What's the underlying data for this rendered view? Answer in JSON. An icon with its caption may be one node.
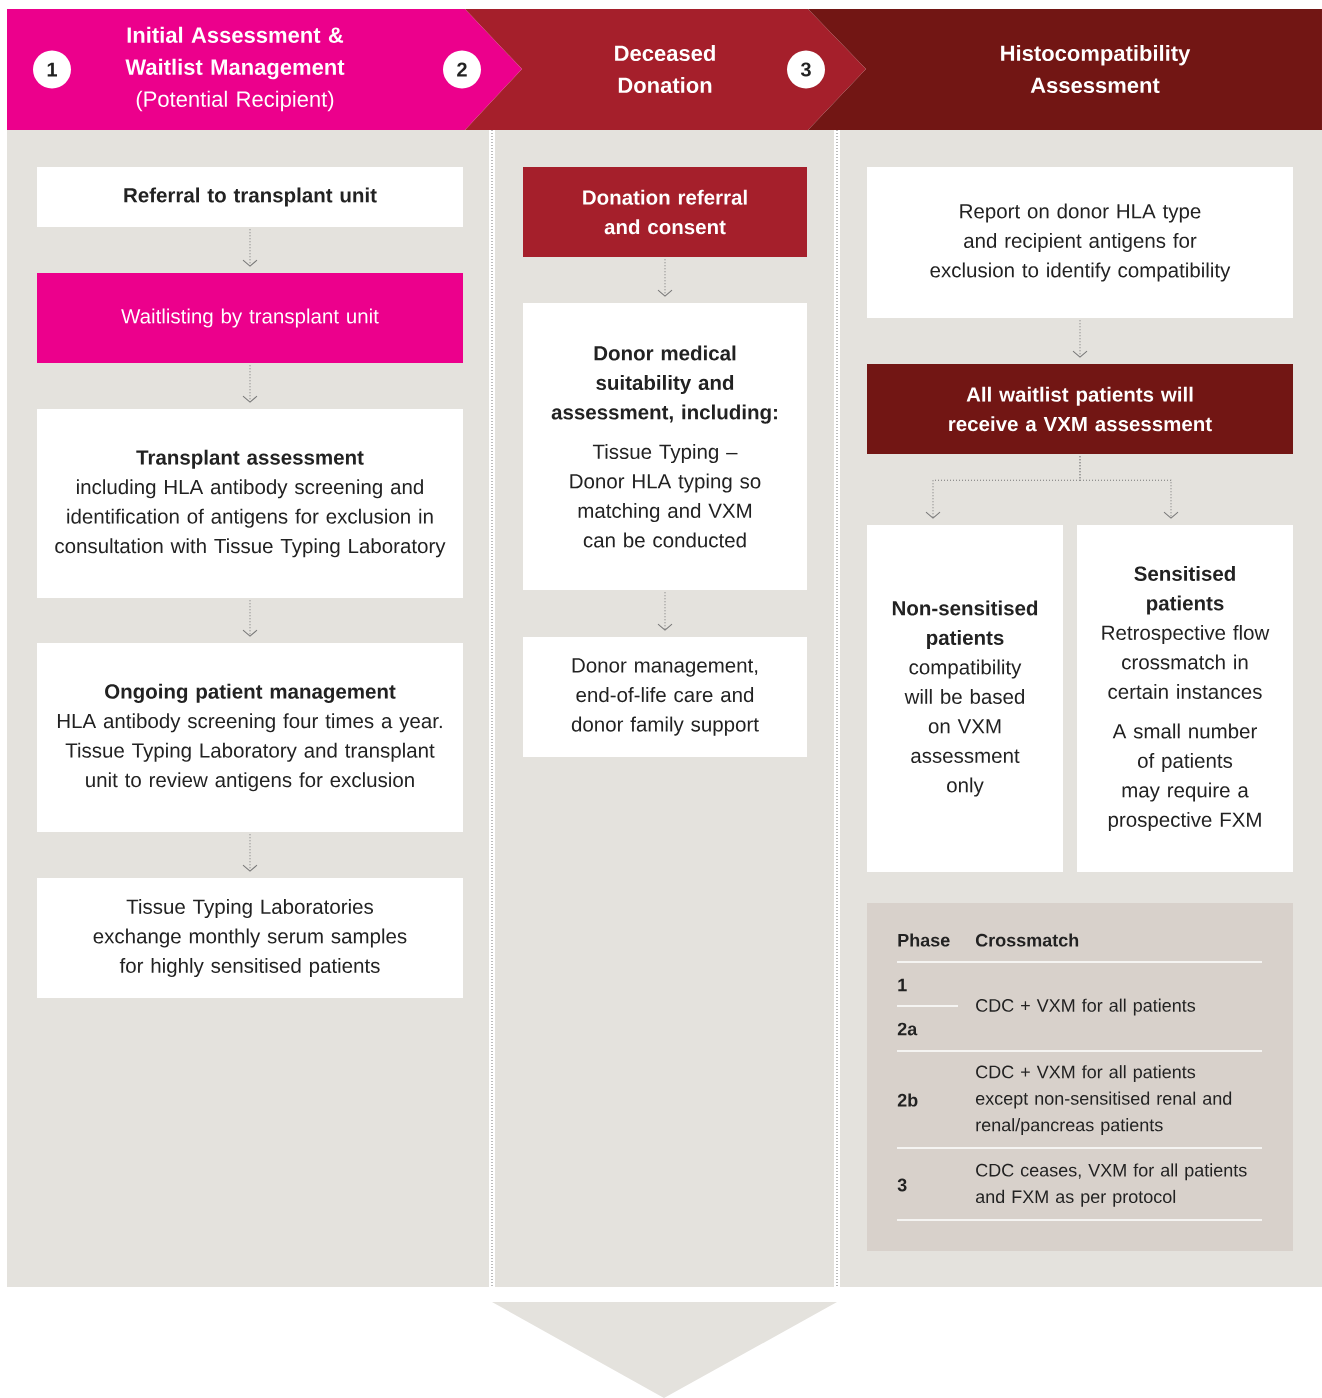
{
  "diagram": {
    "nodes": [
      {
        "text": [
          "Initial Assessment & Waitlist Management",
          "(Potential Recipient)"
        ]
      },
      {
        "text": [
          "1"
        ],
        "in": 0
      },
      {
        "text": [
          "2"
        ],
        "in": 0
      },
      {
        "text": [
          "Deceased Donation"
        ]
      },
      {
        "text": [
          "3"
        ],
        "in": 3
      },
      {
        "text": [
          "Histocompatibility Assessment"
        ]
      },
      {
        "text": [
          "Referral to transplant unit"
        ]
      },
      {
        "text": [
          "Waitlisting by transplant unit"
        ]
      },
      {
        "text": [
          "Transplant assessment",
          "including HLA antibody screening and identification of antigens for exclusion in consultation with Tissue Typing Laboratory"
        ]
      },
      {
        "text": [
          "Ongoing patient management",
          "HLA antibody screening four times a year. Tissue Typing Laboratory and transplant unit to review antigens for exclusion"
        ]
      },
      {
        "text": [
          "Tissue Typing Laboratories exchange monthly serum samples for highly sensitised patients"
        ]
      },
      {
        "text": [
          "Donation referral and consent"
        ]
      },
      {
        "text": [
          "Donor medical suitability and assessment, including:",
          "Tissue Typing – Donor HLA typing so matching and VXM can be conducted"
        ]
      },
      {
        "text": [
          "Donor management, end-of-life care and donor family support"
        ]
      },
      {
        "text": [
          "Report on donor HLA type and recipient antigens for exclusion to identify compatibility"
        ]
      },
      {
        "text": [
          "All waitlist patients will receive a VXM assessment"
        ]
      },
      {
        "text": [
          "Non-sensitised patients",
          "compatibility will be based on VXM assessment only"
        ]
      },
      {
        "text": [
          "Sensitised patients",
          "Retrospective flow crossmatch in certain instances",
          "A small number of patients may require a prospective FXM"
        ]
      }
    ],
    "edges": [
      {
        "from": 6,
        "to": 7,
        "arrow": "to"
      },
      {
        "from": 7,
        "to": 8,
        "arrow": "to"
      },
      {
        "from": 8,
        "to": 9,
        "arrow": "to"
      },
      {
        "from": 9,
        "to": 10,
        "arrow": "to"
      },
      {
        "from": 11,
        "to": 12,
        "arrow": "to"
      },
      {
        "from": 12,
        "to": 13,
        "arrow": "to"
      },
      {
        "from": 14,
        "to": 15,
        "arrow": "to"
      },
      {
        "from": 15,
        "to": 16,
        "arrow": "to"
      },
      {
        "from": 15,
        "to": 17,
        "arrow": "to"
      }
    ],
    "labels": [
      "Phase",
      "Crossmatch",
      "1",
      "CDC + VXM for all patients",
      "2a",
      "2b",
      "CDC + VXM for all patients except non-sensitised renal and renal/pancreas patients",
      "3",
      "CDC ceases, VXM for all patients and FXM as per protocol"
    ]
  }
}
